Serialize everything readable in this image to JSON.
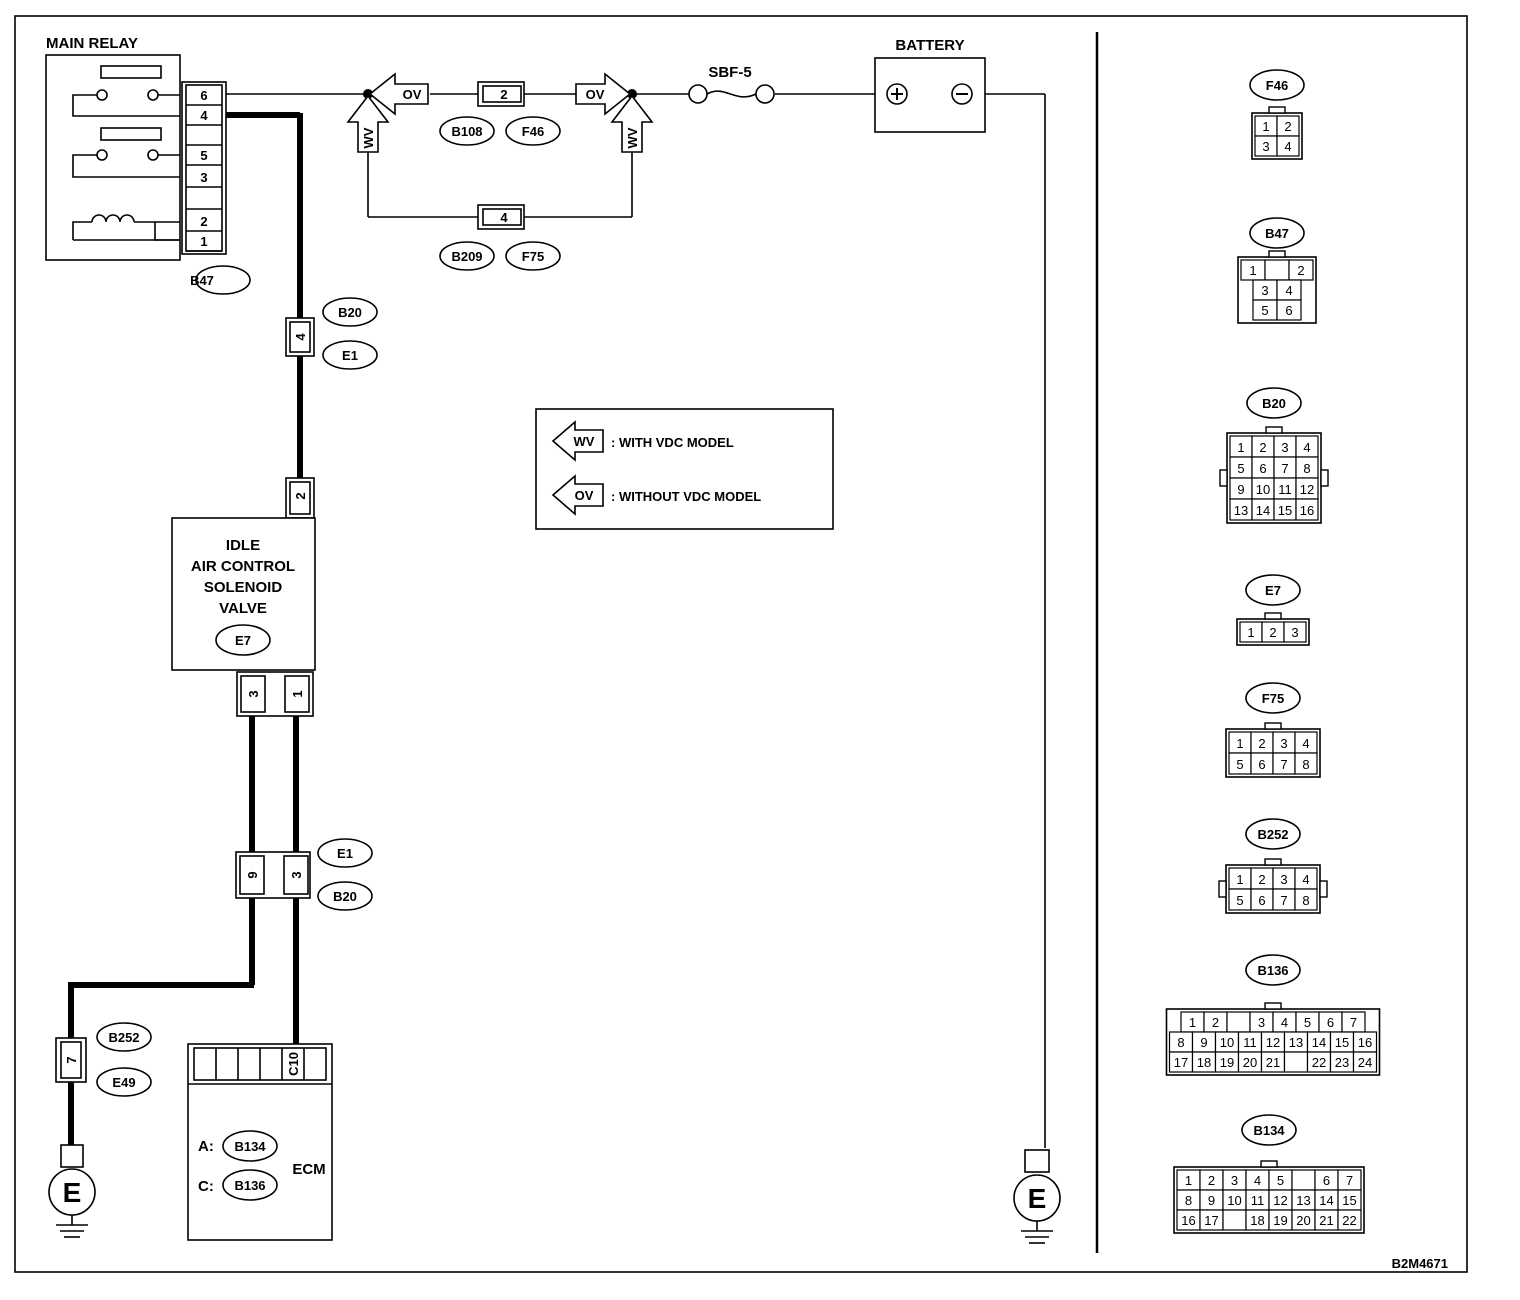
{
  "title_labels": {
    "main_relay": "MAIN RELAY",
    "battery": "BATTERY",
    "fuse": "SBF-5",
    "iacv_l1": "IDLE",
    "iacv_l2": "AIR CONTROL",
    "iacv_l3": "SOLENOID",
    "iacv_l4": "VALVE",
    "ecm": "ECM",
    "ecm_a": "A:",
    "ecm_c": "C:",
    "ground": "E",
    "figure_id": "B2M4671"
  },
  "relay_pins": [
    "6",
    "4",
    "",
    "5",
    "3",
    "",
    "2",
    "1"
  ],
  "connector_tags": {
    "b47": "B47",
    "b108": "B108",
    "f46": "F46",
    "b209": "B209",
    "f75": "F75",
    "b20_top": "B20",
    "e1_top": "E1",
    "e7": "E7",
    "e1_mid": "E1",
    "b20_mid": "B20",
    "b252": "B252",
    "e49": "E49",
    "b134": "B134",
    "b136": "B136"
  },
  "pin_numbers": {
    "b108_pin": "2",
    "b209_pin": "4",
    "b20_pin": "4",
    "e7_top_pin": "2",
    "e7_pin_3": "3",
    "e7_pin_1": "1",
    "e1_pin_9": "9",
    "e1_pin_3": "3",
    "b252_pin": "7",
    "ecm_pin": "C10"
  },
  "arrows": {
    "ov": "OV",
    "wv": "WV"
  },
  "legend": {
    "wv_label": "WV",
    "wv_text": ": WITH VDC MODEL",
    "ov_label": "OV",
    "ov_text": ": WITHOUT VDC MODEL"
  },
  "connector_views": [
    {
      "name": "F46",
      "rows": [
        [
          "1",
          "2"
        ],
        [
          "3",
          "4"
        ]
      ]
    },
    {
      "name": "B47",
      "rows": [
        [
          "1",
          "",
          "2"
        ],
        [
          "3",
          "4"
        ],
        [
          "5",
          "6"
        ]
      ]
    },
    {
      "name": "B20",
      "rows": [
        [
          "1",
          "2",
          "3",
          "4"
        ],
        [
          "5",
          "6",
          "7",
          "8"
        ],
        [
          "9",
          "10",
          "11",
          "12"
        ],
        [
          "13",
          "14",
          "15",
          "16"
        ]
      ]
    },
    {
      "name": "E7",
      "rows": [
        [
          "1",
          "2",
          "3"
        ]
      ]
    },
    {
      "name": "F75",
      "rows": [
        [
          "1",
          "2",
          "3",
          "4"
        ],
        [
          "5",
          "6",
          "7",
          "8"
        ]
      ]
    },
    {
      "name": "B252",
      "rows": [
        [
          "1",
          "2",
          "3",
          "4"
        ],
        [
          "5",
          "6",
          "7",
          "8"
        ]
      ]
    },
    {
      "name": "B136",
      "rows": [
        [
          "1",
          "2",
          "",
          "3",
          "4",
          "5",
          "6",
          "7"
        ],
        [
          "8",
          "9",
          "10",
          "11",
          "12",
          "13",
          "14",
          "15",
          "16"
        ],
        [
          "17",
          "18",
          "19",
          "20",
          "21",
          "",
          "22",
          "23",
          "24"
        ]
      ]
    },
    {
      "name": "B134",
      "rows": [
        [
          "1",
          "2",
          "3",
          "4",
          "5",
          "",
          "6",
          "7"
        ],
        [
          "8",
          "9",
          "10",
          "11",
          "12",
          "13",
          "14",
          "15"
        ],
        [
          "16",
          "17",
          "",
          "18",
          "19",
          "20",
          "21",
          "22"
        ]
      ]
    }
  ]
}
